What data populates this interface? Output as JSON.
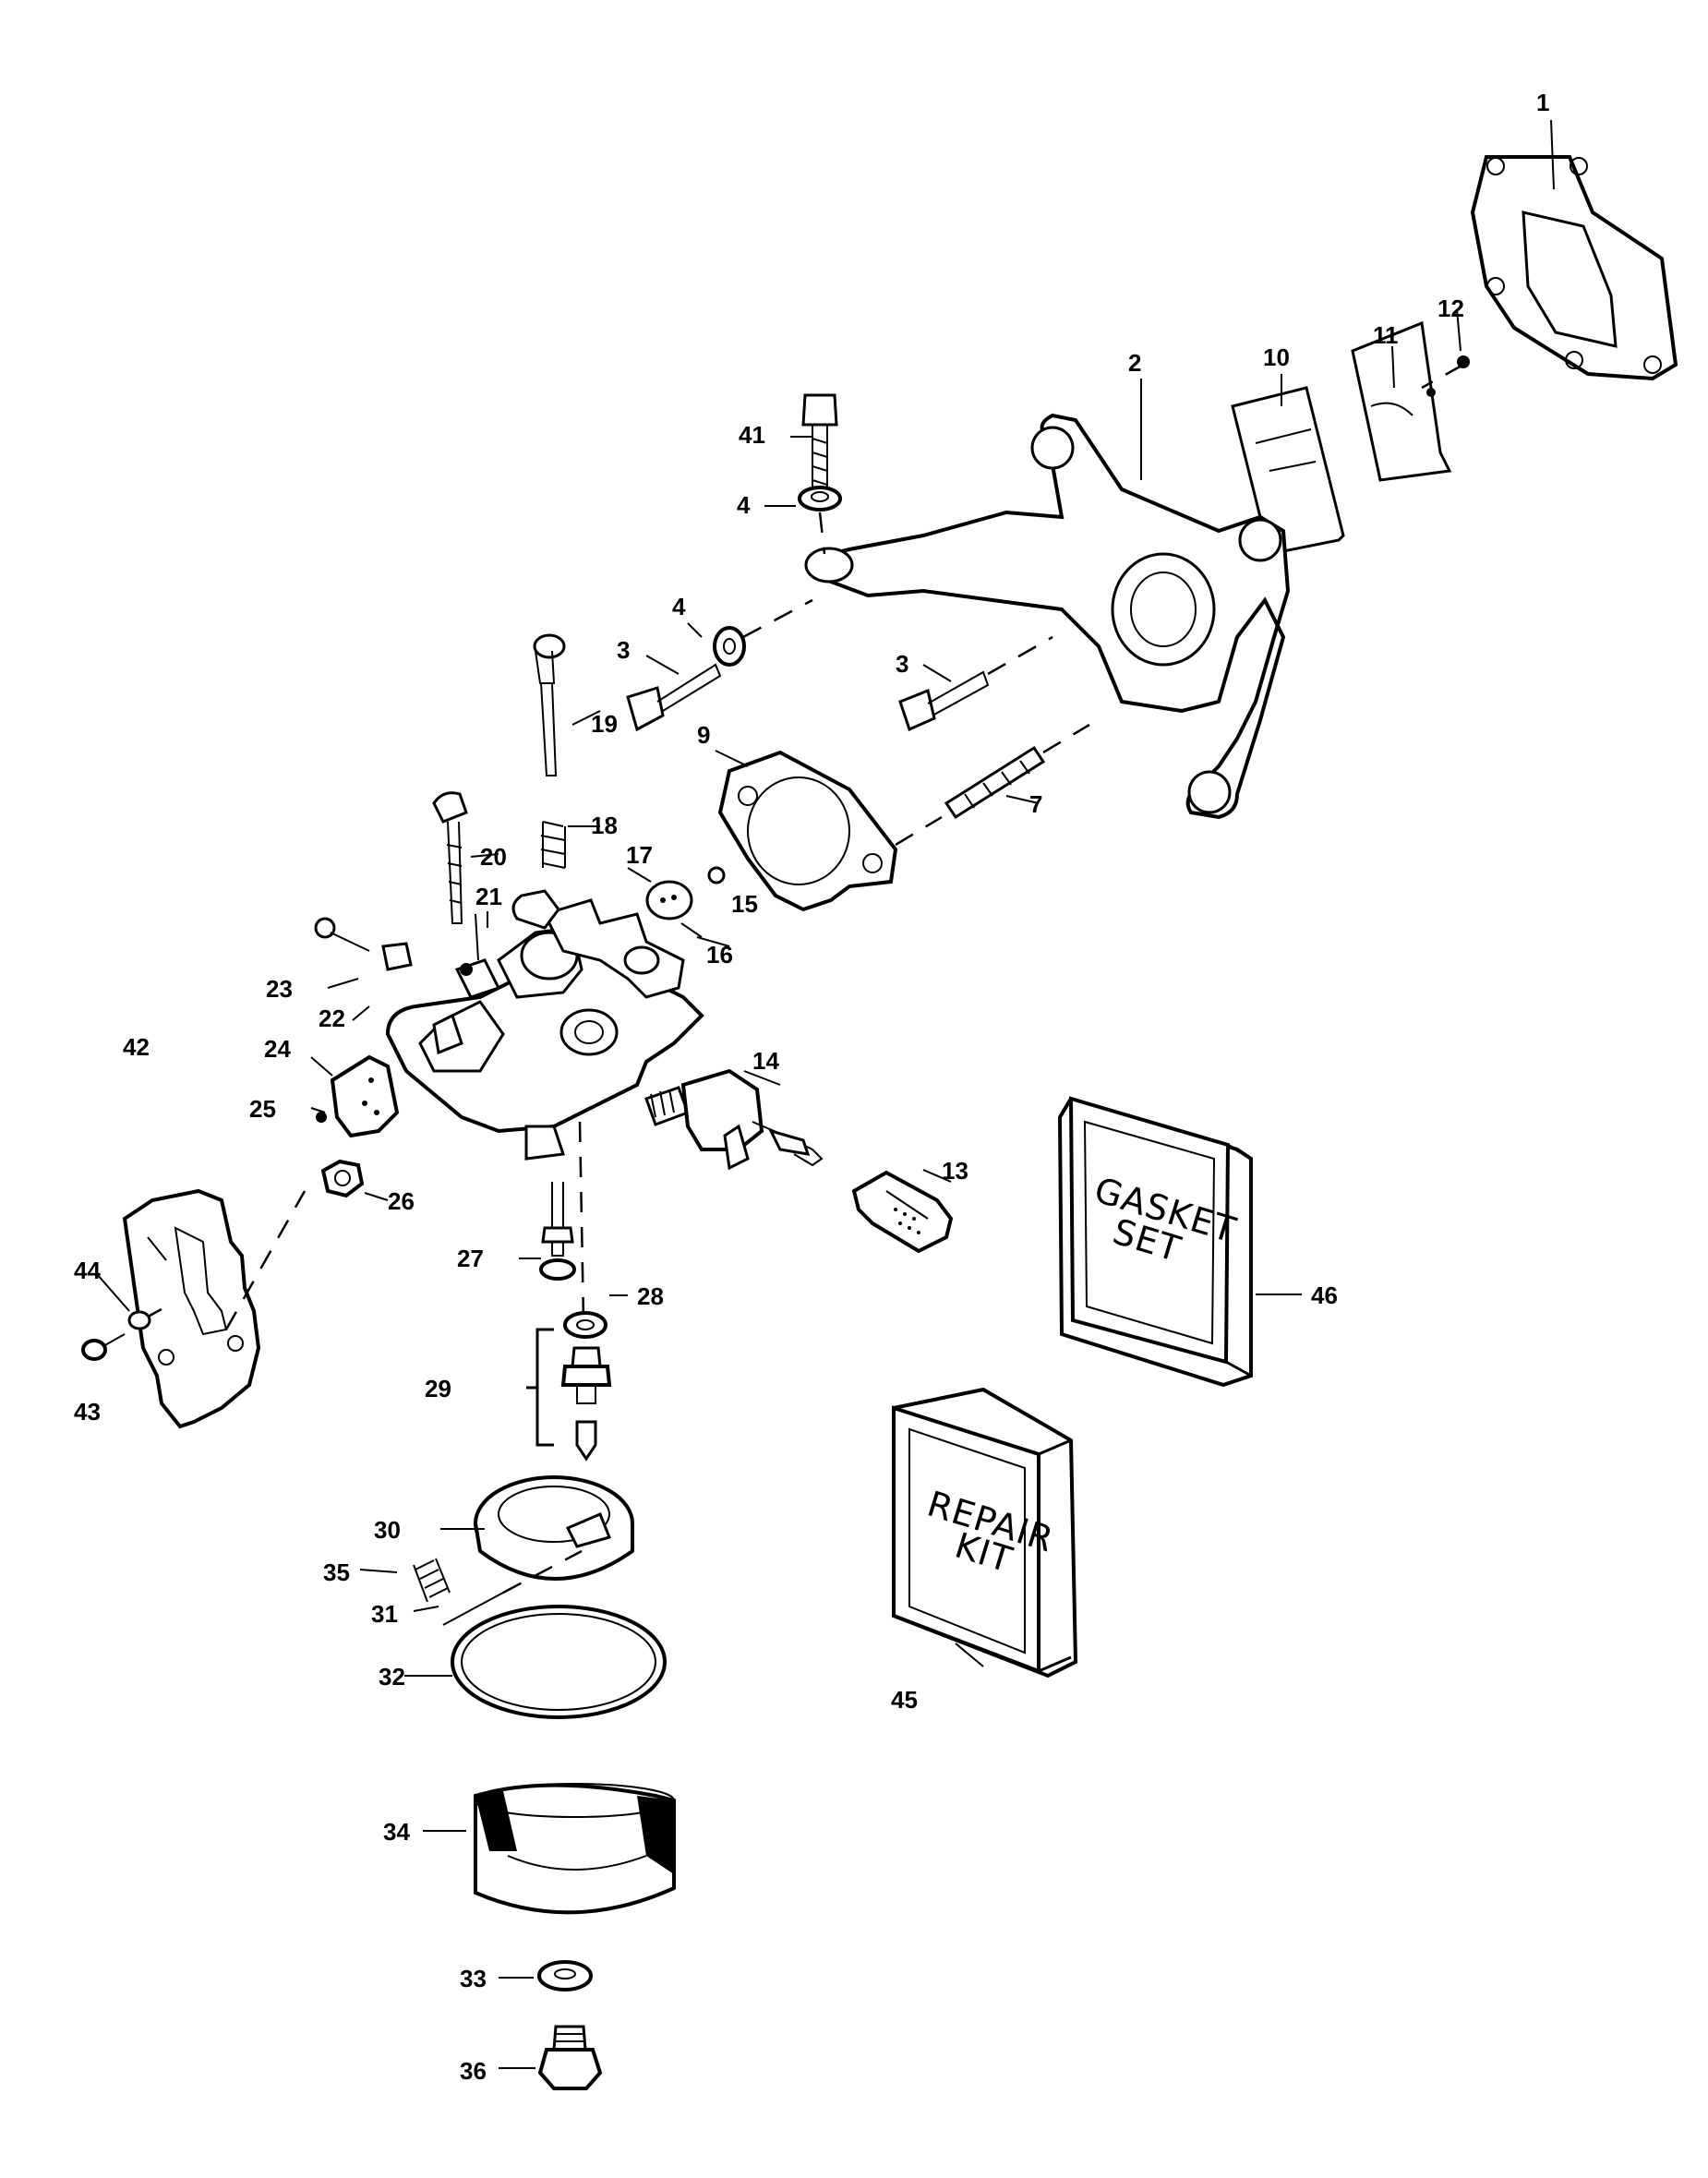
{
  "callouts": {
    "p1": "1",
    "p2": "2",
    "p3a": "3",
    "p3b": "3",
    "p4a": "4",
    "p4b": "4",
    "p7": "7",
    "p9": "9",
    "p10": "10",
    "p11": "11",
    "p12": "12",
    "p13": "13",
    "p14": "14",
    "p15": "15",
    "p16": "16",
    "p17": "17",
    "p18": "18",
    "p19": "19",
    "p20": "20",
    "p21": "21",
    "p22": "22",
    "p23": "23",
    "p24": "24",
    "p25": "25",
    "p26": "26",
    "p27": "27",
    "p28": "28",
    "p29": "29",
    "p30": "30",
    "p31": "31",
    "p32": "32",
    "p33": "33",
    "p34": "34",
    "p35": "35",
    "p36": "36",
    "p41": "41",
    "p42": "42",
    "p43": "43",
    "p44": "44",
    "p45": "45",
    "p46": "46"
  },
  "boxes": {
    "gasket_set": [
      "GASKET",
      "SET"
    ],
    "repair_kit": [
      "REPAIR",
      "KIT"
    ]
  }
}
